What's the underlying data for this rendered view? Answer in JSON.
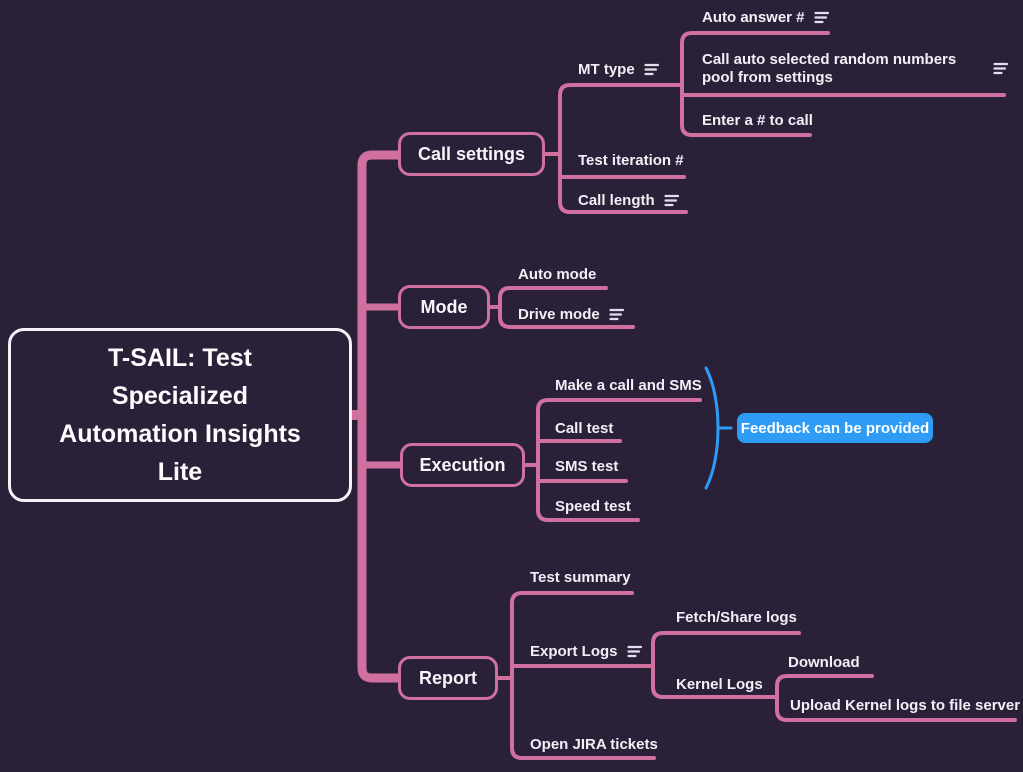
{
  "colors": {
    "background": "#2a2139",
    "branch_pink": "#d0709e",
    "callout_blue": "#2e9cf4",
    "text": "#f2eff6",
    "root_border": "#f4f2f7"
  },
  "root": {
    "label": "T-SAIL: Test Specialized Automation Insights Lite"
  },
  "branches": [
    {
      "label": "Call settings",
      "children": [
        {
          "label": "MT type",
          "note": true,
          "children": [
            {
              "label": "Auto answer #",
              "note": true
            },
            {
              "label": "Call auto selected random numbers pool from settings",
              "note": true
            },
            {
              "label": "Enter a # to call"
            }
          ]
        },
        {
          "label": "Test iteration #"
        },
        {
          "label": "Call length",
          "note": true
        }
      ]
    },
    {
      "label": "Mode",
      "children": [
        {
          "label": "Auto mode"
        },
        {
          "label": "Drive mode",
          "note": true
        }
      ]
    },
    {
      "label": "Execution",
      "children": [
        {
          "label": "Make a call and SMS"
        },
        {
          "label": "Call test"
        },
        {
          "label": "SMS test"
        },
        {
          "label": "Speed test"
        }
      ],
      "callout": {
        "label": "Feedback can be provided"
      }
    },
    {
      "label": "Report",
      "children": [
        {
          "label": "Test summary"
        },
        {
          "label": "Export Logs",
          "note": true,
          "children": [
            {
              "label": "Fetch/Share logs"
            },
            {
              "label": "Kernel Logs",
              "children": [
                {
                  "label": "Download"
                },
                {
                  "label": "Upload Kernel logs to file server"
                }
              ]
            }
          ]
        },
        {
          "label": "Open JIRA tickets"
        }
      ]
    }
  ]
}
